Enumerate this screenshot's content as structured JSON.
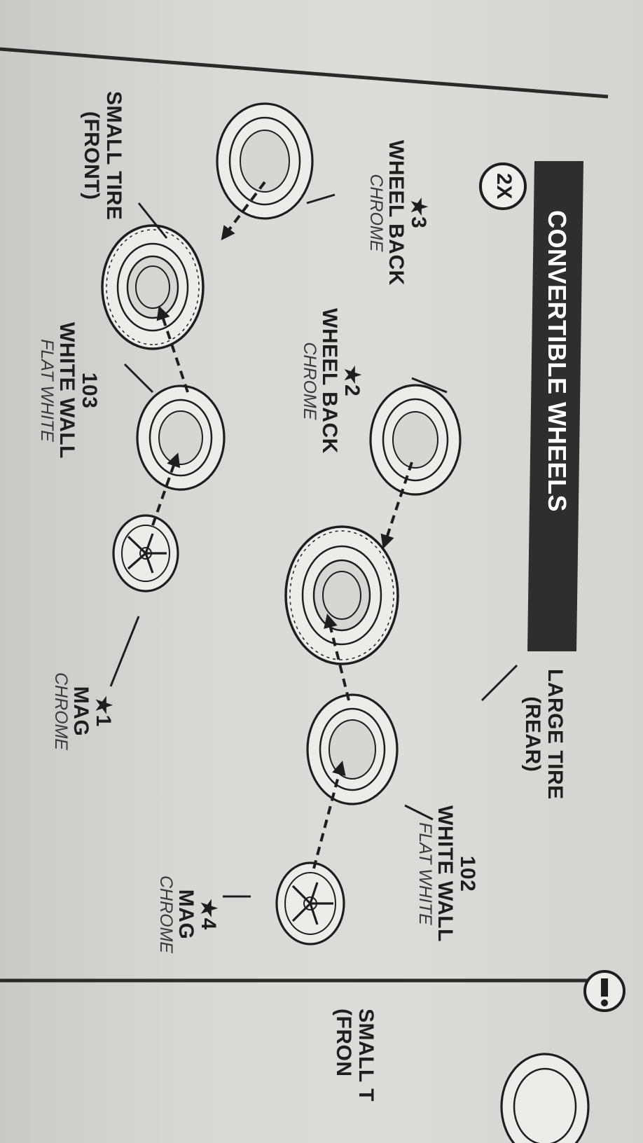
{
  "section": {
    "title": "CONVERTIBLE WHEELS",
    "multiplier": "2X"
  },
  "parts": {
    "large_tire": {
      "name": "LARGE TIRE",
      "position": "(REAR)"
    },
    "small_tire": {
      "name": "SMALL TIRE",
      "position": "(FRONT)"
    },
    "ww102": {
      "number": "102",
      "name": "WHITE WALL",
      "paint": "FLAT WHITE"
    },
    "ww103": {
      "number": "103",
      "name": "WHITE WALL",
      "paint": "FLAT WHITE"
    },
    "mag4": {
      "number": "★4",
      "name": "MAG",
      "paint": "CHROME"
    },
    "mag1": {
      "number": "★1",
      "name": "MAG",
      "paint": "CHROME"
    },
    "wb2": {
      "number": "★2",
      "name": "WHEEL BACK",
      "paint": "CHROME"
    },
    "wb3": {
      "number": "★3",
      "name": "WHEEL BACK",
      "paint": "CHROME"
    }
  },
  "next_panel": {
    "name": "SMALL T",
    "position": "(FRON"
  },
  "colors": {
    "ink": "#1e1e1e",
    "paper": "#dcddd9",
    "banner": "#2e2e2e",
    "banner_text": "#ffffff"
  },
  "icons": [
    "tire-icon",
    "whitewall-ring-icon",
    "mag-wheel-icon",
    "wheel-back-icon",
    "arrow-icon",
    "exclamation-icon"
  ]
}
